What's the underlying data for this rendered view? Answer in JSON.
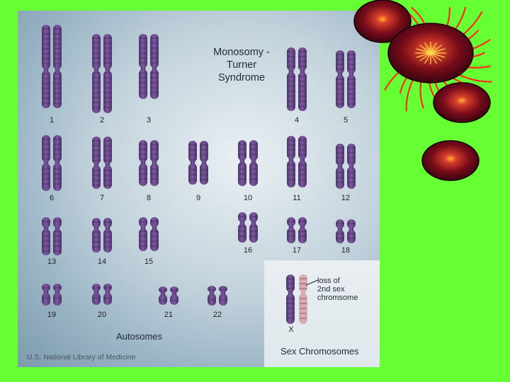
{
  "title_lines": [
    "Monosomy -",
    "Turner",
    "Syndrome"
  ],
  "chromosome_pairs": [
    {
      "label": "1"
    },
    {
      "label": "2"
    },
    {
      "label": "3"
    },
    {
      "label": "4"
    },
    {
      "label": "5"
    },
    {
      "label": "6"
    },
    {
      "label": "7"
    },
    {
      "label": "8"
    },
    {
      "label": "9"
    },
    {
      "label": "10"
    },
    {
      "label": "11"
    },
    {
      "label": "12"
    },
    {
      "label": "13"
    },
    {
      "label": "14"
    },
    {
      "label": "15"
    },
    {
      "label": "16"
    },
    {
      "label": "17"
    },
    {
      "label": "18"
    },
    {
      "label": "19"
    },
    {
      "label": "20"
    },
    {
      "label": "21"
    },
    {
      "label": "22"
    }
  ],
  "autosomes_label": "Autosomes",
  "sex": {
    "x_label": "X",
    "annotation_lines": [
      "loss of",
      "2nd sex",
      "chromsome"
    ],
    "section_label": "Sex Chromosomes"
  },
  "credit": "U.S. National Library of Medicine",
  "colors": {
    "slide_background": "#66ff33",
    "chromosome": "#7d5a9c",
    "chromosome_dark": "#4e3470",
    "missing_chromosome": "#d9aab0",
    "decoration_red": "#ff2a1a"
  }
}
